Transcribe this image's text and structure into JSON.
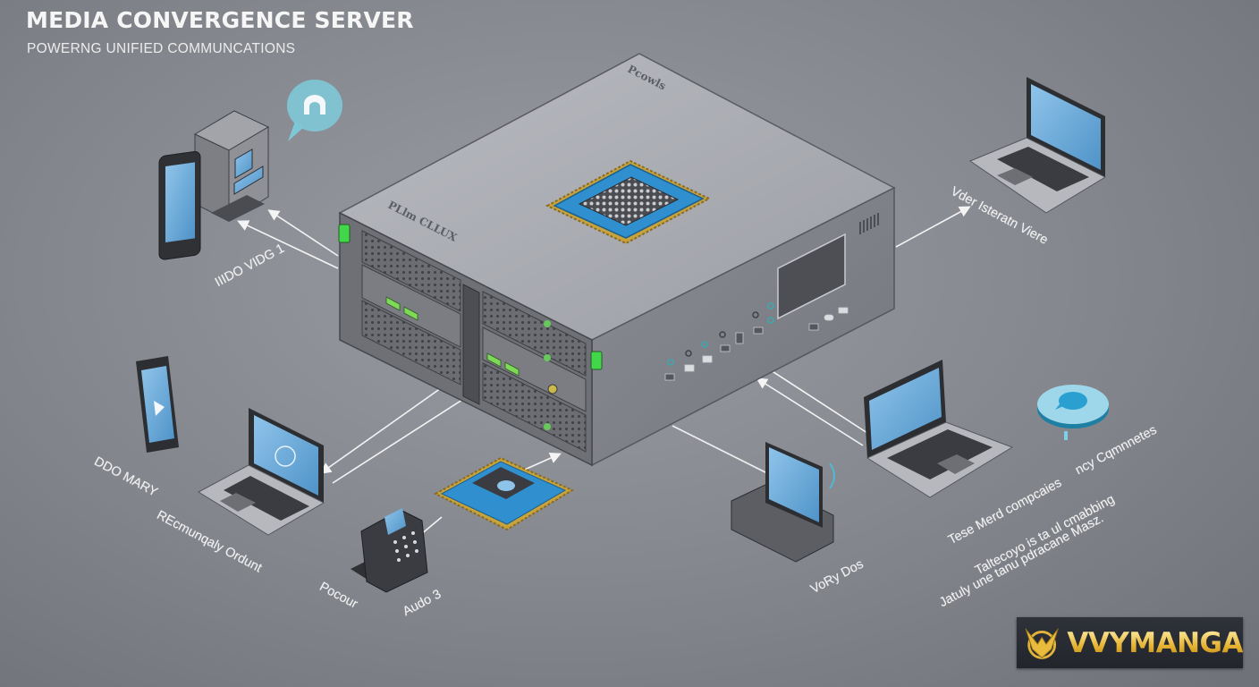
{
  "header": {
    "title": "MEDIA CONVERGENCE SERVER",
    "subtitle": "POWERNG UNIFIED COMMUNCATIONS"
  },
  "server": {
    "top_engraving": "Pcowls",
    "front_engraving": "PLlm CLLUX",
    "status_led_color": "#43d64a",
    "chip_color": "#2f8fcf"
  },
  "devices": [
    {
      "id": "kiosk-phone",
      "label": "IIIDO VIDG 1"
    },
    {
      "id": "laptop-top-right",
      "label": "Vder Isteratn Viere"
    },
    {
      "id": "tablet-left",
      "label": "DDO MARY"
    },
    {
      "id": "laptop-left",
      "label": "REcmunqaly Ordunt"
    },
    {
      "id": "desk-phone",
      "label": "Pocour"
    },
    {
      "id": "chip-module",
      "label": "Audo 3"
    },
    {
      "id": "display-terminal",
      "label": "VoRy Dos"
    },
    {
      "id": "laptop-right",
      "label": "Tese Merd compcaies"
    },
    {
      "id": "speaker-puck",
      "label": "ncy Cqmnnetes"
    }
  ],
  "caption": {
    "line1": "Taltecoyo is ta ul cmabbing",
    "line2": "Jatuly une tanu pdracane Masz."
  },
  "watermark": {
    "text": "VVYMANGA",
    "color": "#e8bb3c"
  }
}
